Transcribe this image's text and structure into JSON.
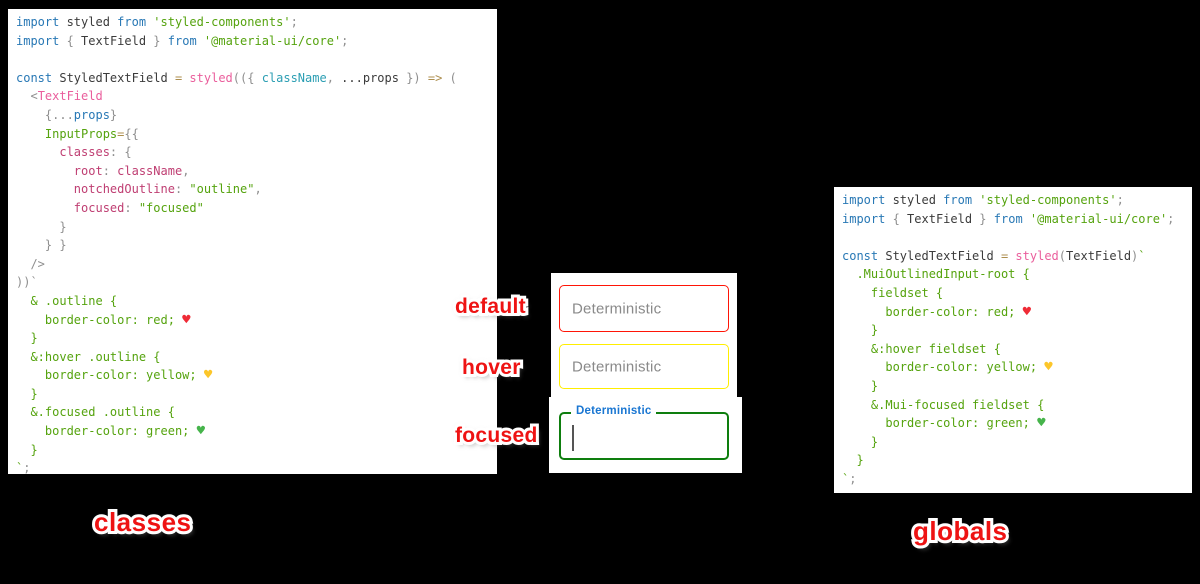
{
  "colors": {
    "background": "#000000",
    "panel_bg": "#ffffff",
    "annotation_red": "#ee1313",
    "code_keyword_blue": "#2878b5",
    "code_green": "#55a30e",
    "code_pink": "#ea5e9c",
    "code_magenta": "#bf3e72",
    "code_teal": "#2b9eb3",
    "field_text_gray": "#8a8a8a"
  },
  "code_left": {
    "caption": "classes",
    "lines": [
      [
        [
          "kw",
          "import"
        ],
        [
          "pl",
          " styled "
        ],
        [
          "kw",
          "from"
        ],
        [
          "st",
          " 'styled-components'"
        ],
        [
          "pu",
          ";"
        ]
      ],
      [
        [
          "kw",
          "import"
        ],
        [
          "pu",
          " { "
        ],
        [
          "pl",
          "TextField"
        ],
        [
          "pu",
          " } "
        ],
        [
          "kw",
          "from"
        ],
        [
          "st",
          " '@material-ui/core'"
        ],
        [
          "pu",
          ";"
        ]
      ],
      [],
      [
        [
          "kw",
          "const"
        ],
        [
          "pl",
          " StyledTextField "
        ],
        [
          "op",
          "="
        ],
        [
          "pl",
          " "
        ],
        [
          "pk",
          "styled"
        ],
        [
          "pu",
          "(({ "
        ],
        [
          "tl",
          "className"
        ],
        [
          "pu",
          ", "
        ],
        [
          "pl",
          "...props"
        ],
        [
          "pu",
          " }) "
        ],
        [
          "op",
          "=>"
        ],
        [
          "pu",
          " ("
        ]
      ],
      [
        [
          "pu",
          "  <"
        ],
        [
          "pk",
          "TextField"
        ]
      ],
      [
        [
          "pu",
          "    {..."
        ],
        [
          "kw",
          "props"
        ],
        [
          "pu",
          "}"
        ]
      ],
      [
        [
          "gr",
          "    InputProps"
        ],
        [
          "op",
          "="
        ],
        [
          "pu",
          "{{"
        ]
      ],
      [
        [
          "mg",
          "      classes"
        ],
        [
          "pu",
          ": {"
        ]
      ],
      [
        [
          "mg",
          "        root"
        ],
        [
          "pu",
          ": "
        ],
        [
          "mg",
          "className"
        ],
        [
          "pu",
          ","
        ]
      ],
      [
        [
          "mg",
          "        notchedOutline"
        ],
        [
          "pu",
          ": "
        ],
        [
          "st",
          "\"outline\""
        ],
        [
          "pu",
          ","
        ]
      ],
      [
        [
          "mg",
          "        focused"
        ],
        [
          "pu",
          ": "
        ],
        [
          "st",
          "\"focused\""
        ]
      ],
      [
        [
          "pu",
          "      }"
        ]
      ],
      [
        [
          "pu",
          "    } }"
        ]
      ],
      [
        [
          "pu",
          "  />"
        ]
      ],
      [
        [
          "pu",
          "))`"
        ]
      ],
      [
        [
          "gr",
          "  & .outline {"
        ]
      ],
      [
        [
          "gr",
          "    border-color: red; "
        ],
        [
          "hr",
          "♥"
        ]
      ],
      [
        [
          "gr",
          "  }"
        ]
      ],
      [
        [
          "gr",
          "  &:hover .outline {"
        ]
      ],
      [
        [
          "gr",
          "    border-color: yellow; "
        ],
        [
          "hy",
          "♥"
        ]
      ],
      [
        [
          "gr",
          "  }"
        ]
      ],
      [
        [
          "gr",
          "  &.focused .outline {"
        ]
      ],
      [
        [
          "gr",
          "    border-color: green; "
        ],
        [
          "hg",
          "♥"
        ]
      ],
      [
        [
          "gr",
          "  }"
        ]
      ],
      [
        [
          "gr",
          "`"
        ],
        [
          "pu",
          ";"
        ]
      ]
    ]
  },
  "code_right": {
    "caption": "globals",
    "lines": [
      [
        [
          "kw",
          "import"
        ],
        [
          "pl",
          " styled "
        ],
        [
          "kw",
          "from"
        ],
        [
          "st",
          " 'styled-components'"
        ],
        [
          "pu",
          ";"
        ]
      ],
      [
        [
          "kw",
          "import"
        ],
        [
          "pu",
          " { "
        ],
        [
          "pl",
          "TextField"
        ],
        [
          "pu",
          " } "
        ],
        [
          "kw",
          "from"
        ],
        [
          "st",
          " '@material-ui/core'"
        ],
        [
          "pu",
          ";"
        ]
      ],
      [],
      [
        [
          "kw",
          "const"
        ],
        [
          "pl",
          " StyledTextField "
        ],
        [
          "op",
          "="
        ],
        [
          "pl",
          " "
        ],
        [
          "pk",
          "styled"
        ],
        [
          "pu",
          "("
        ],
        [
          "pl",
          "TextField"
        ],
        [
          "pu",
          ")"
        ],
        [
          "gr",
          "`"
        ]
      ],
      [
        [
          "gr",
          "  .MuiOutlinedInput-root {"
        ]
      ],
      [
        [
          "gr",
          "    fieldset {"
        ]
      ],
      [
        [
          "gr",
          "      border-color: red; "
        ],
        [
          "hr",
          "♥"
        ]
      ],
      [
        [
          "gr",
          "    }"
        ]
      ],
      [
        [
          "gr",
          "    &:hover fieldset {"
        ]
      ],
      [
        [
          "gr",
          "      border-color: yellow; "
        ],
        [
          "hy",
          "♥"
        ]
      ],
      [
        [
          "gr",
          "    }"
        ]
      ],
      [
        [
          "gr",
          "    &.Mui-focused fieldset {"
        ]
      ],
      [
        [
          "gr",
          "      border-color: green; "
        ],
        [
          "hg",
          "♥"
        ]
      ],
      [
        [
          "gr",
          "    }"
        ]
      ],
      [
        [
          "gr",
          "  }"
        ]
      ],
      [
        [
          "gr",
          "`"
        ],
        [
          "pu",
          ";"
        ]
      ]
    ]
  },
  "demo": {
    "states": [
      {
        "label": "default",
        "field_text": "Deterministic",
        "border_color": "#ff1507"
      },
      {
        "label": "hover",
        "field_text": "Deterministic",
        "border_color": "#ffee00"
      },
      {
        "label": "focused",
        "field_text": "Deterministic",
        "border_color": "#0e7e0e"
      }
    ],
    "focused_label_color": "#1976d2"
  }
}
